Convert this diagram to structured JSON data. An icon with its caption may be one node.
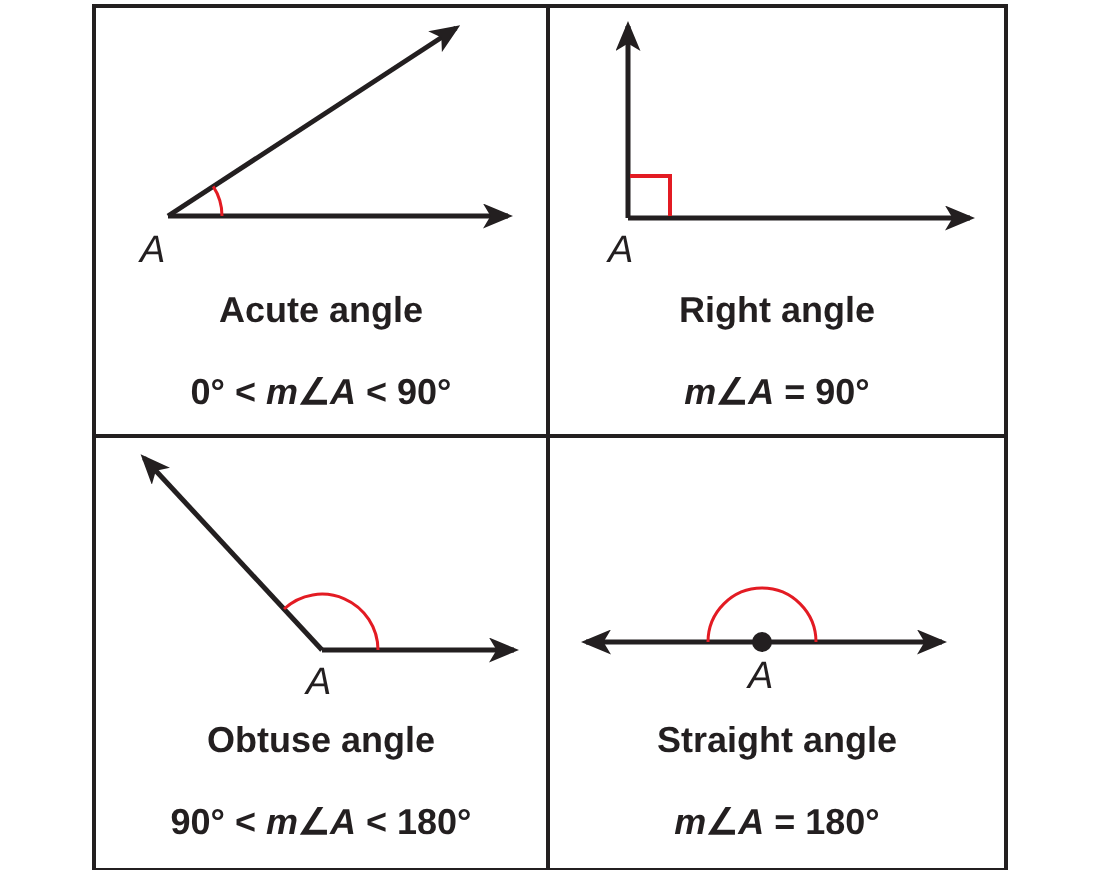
{
  "diagram": {
    "nodes": [
      {
        "text": [
          "A",
          "Acute angle",
          "0° < *m*∠*A* < 90°"
        ]
      },
      {
        "text": [
          "A",
          "Right angle",
          "*m*∠*A* = 90°"
        ]
      },
      {
        "text": [
          "A",
          "Obtuse angle",
          "90° < *m*∠*A* < 180°"
        ]
      },
      {
        "text": [
          "A",
          "Straight angle",
          "*m*∠*A* = 180°"
        ]
      }
    ]
  }
}
